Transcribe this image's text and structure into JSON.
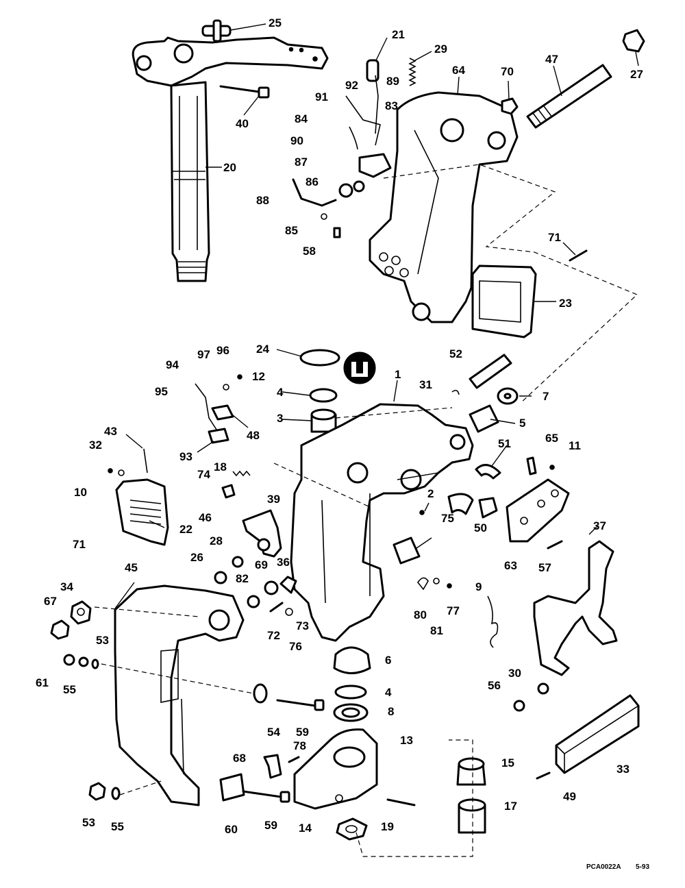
{
  "footer": {
    "code": "PCA0022A",
    "date": "5-93"
  },
  "callouts": [
    "25",
    "21",
    "29",
    "64",
    "70",
    "47",
    "27",
    "40",
    "92",
    "89",
    "91",
    "83",
    "84",
    "90",
    "87",
    "86",
    "20",
    "88",
    "85",
    "58",
    "71",
    "23",
    "24",
    "97",
    "96",
    "94",
    "12",
    "95",
    "52",
    "31",
    "1",
    "7",
    "4",
    "3",
    "48",
    "5",
    "93",
    "43",
    "32",
    "65",
    "11",
    "51",
    "10",
    "18",
    "74",
    "46",
    "39",
    "22",
    "2",
    "75",
    "50",
    "63",
    "37",
    "71",
    "28",
    "26",
    "69",
    "36",
    "57",
    "45",
    "34",
    "82",
    "80",
    "77",
    "67",
    "72",
    "73",
    "76",
    "81",
    "9",
    "53",
    "6",
    "4",
    "61",
    "55",
    "8",
    "54",
    "59",
    "13",
    "30",
    "56",
    "68",
    "78",
    "15",
    "33",
    "53",
    "55",
    "60",
    "59",
    "14",
    "19",
    "17",
    "49"
  ]
}
